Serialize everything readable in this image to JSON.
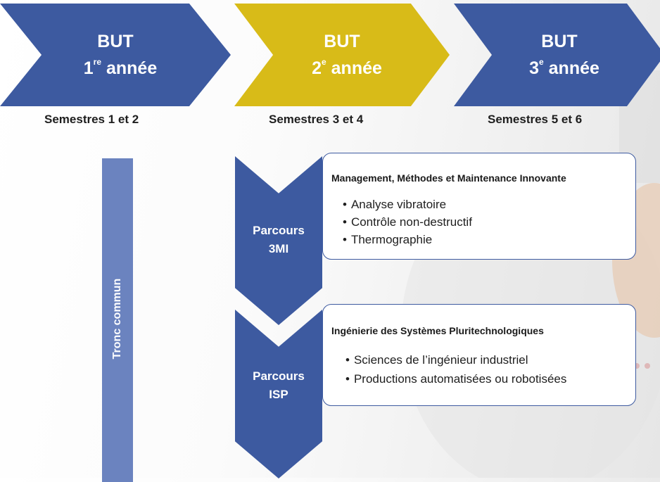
{
  "years": [
    {
      "line1": "BUT",
      "num": "1",
      "sup": "re",
      "word": "année",
      "semesters": "Semestres 1 et 2",
      "color": "#3d5aa0"
    },
    {
      "line1": "BUT",
      "num": "2",
      "sup": "e",
      "word": "année",
      "semesters": "Semestres 3 et 4",
      "color": "#d8bb18"
    },
    {
      "line1": "BUT",
      "num": "3",
      "sup": "e",
      "word": "année",
      "semesters": "Semestres 5 et 6",
      "color": "#3d5aa0"
    }
  ],
  "tronc": {
    "label": "Tronc commun",
    "color": "#6b83bf"
  },
  "parcours": [
    {
      "line1": "Parcours",
      "line2": "3MI",
      "title": "Management, Méthodes et Maintenance Innovante",
      "items": [
        "Analyse vibratoire",
        "Contrôle non-destructif",
        "Thermographie"
      ]
    },
    {
      "line1": "Parcours",
      "line2": "ISP",
      "title": "Ingénierie des Systèmes Pluritechnologiques",
      "items": [
        "Sciences de l’ingénieur industriel",
        "Productions automatisées ou robotisées"
      ]
    }
  ]
}
